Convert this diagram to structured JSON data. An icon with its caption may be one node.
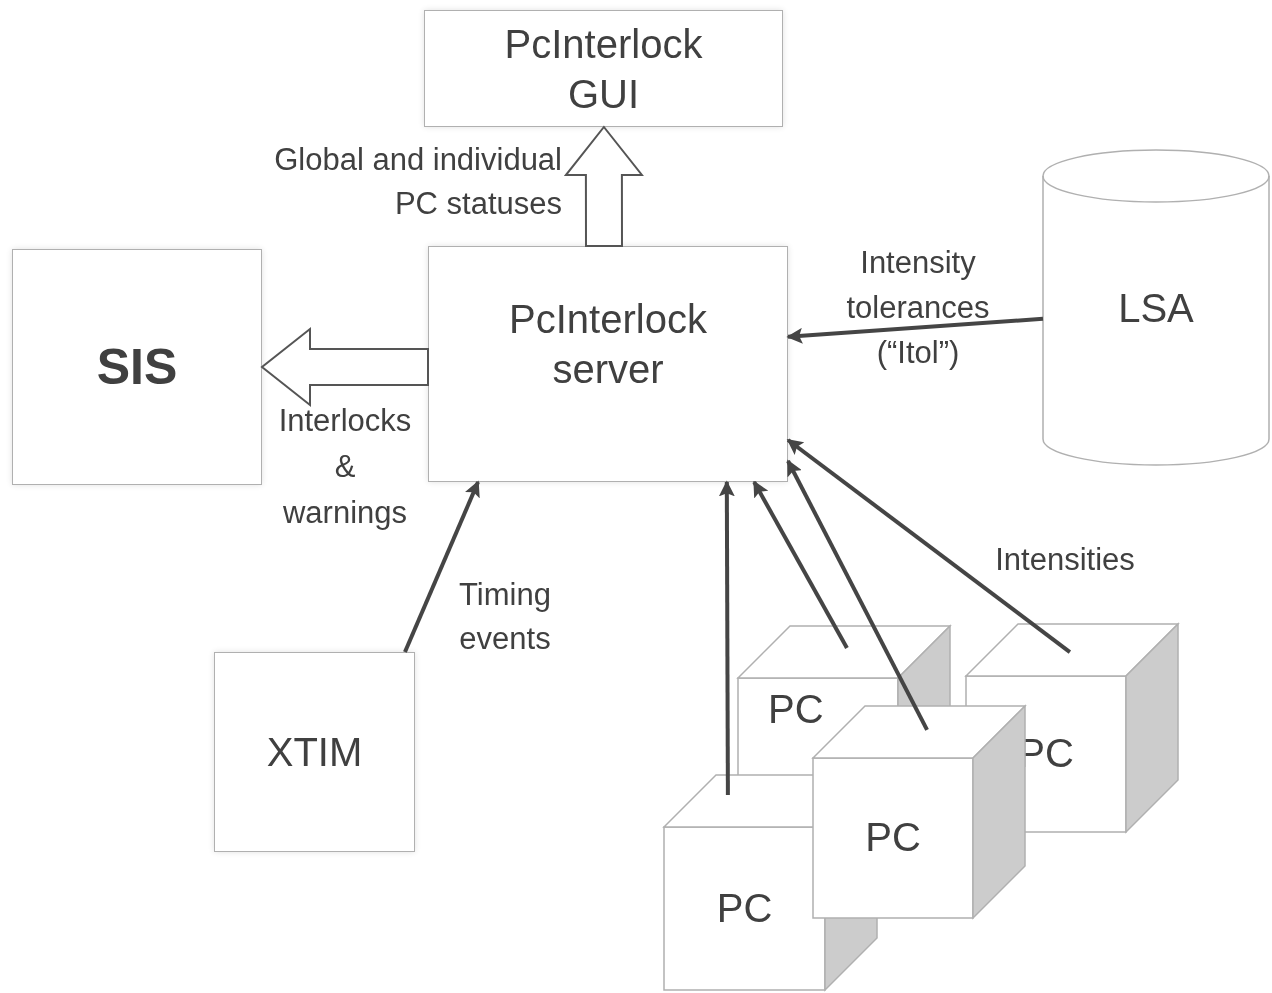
{
  "diagram": {
    "nodes": [
      {
        "text": [
          "PcInterlock GUI"
        ]
      },
      {
        "text": [
          "SIS"
        ]
      },
      {
        "text": [
          "PcInterlock server"
        ]
      },
      {
        "text": [
          "LSA"
        ]
      },
      {
        "text": [
          "XTIM"
        ]
      },
      {
        "text": [
          "PC"
        ]
      },
      {
        "text": [
          "PC"
        ]
      },
      {
        "text": [
          "PC"
        ]
      },
      {
        "text": [
          "PC"
        ]
      }
    ],
    "edges": [
      {
        "from": 2,
        "to": 0,
        "arrow": "to",
        "style": "thick",
        "label": "Global and individual PC statuses"
      },
      {
        "from": 2,
        "to": 1,
        "arrow": "to",
        "style": "thick",
        "label": "Interlocks & warnings"
      },
      {
        "from": 3,
        "to": 2,
        "arrow": "to",
        "label": "Intensity tolerances (“Itol”)"
      },
      {
        "from": 4,
        "to": 2,
        "arrow": "to",
        "label": "Timing events"
      },
      {
        "from": 7,
        "to": 2,
        "arrow": "to"
      },
      {
        "from": 5,
        "to": 2,
        "arrow": "to"
      },
      {
        "from": 8,
        "to": 2,
        "arrow": "to"
      },
      {
        "from": 6,
        "to": 2,
        "arrow": "to",
        "label": "Intensities"
      }
    ]
  }
}
